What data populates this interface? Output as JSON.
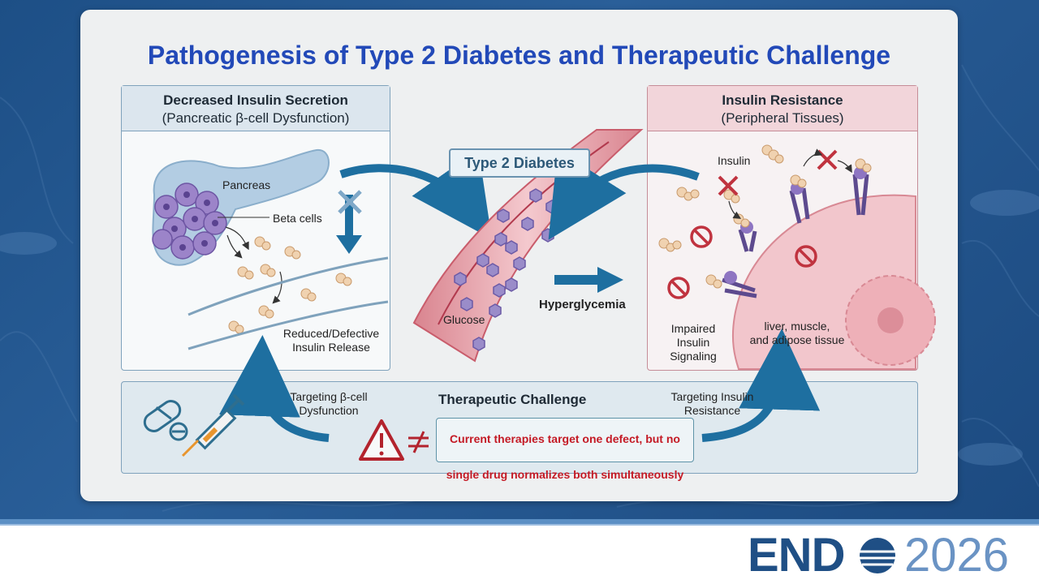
{
  "slide": {
    "title": "Pathogenesis of Type 2 Diabetes and Therapeutic Challenge"
  },
  "left_panel": {
    "title": "Decreased Insulin Secretion",
    "subtitle": "(Pancreatic β-cell Dysfunction)",
    "labels": {
      "pancreas": "Pancreas",
      "beta_cells": "Beta cells",
      "release_line1": "Reduced/Defective",
      "release_line2": "Insulin Release"
    }
  },
  "center": {
    "t2d_label": "Type 2 Diabetes",
    "glucose": "Glucose",
    "hyperglycemia": "Hyperglycemia"
  },
  "right_panel": {
    "title": "Insulin Resistance",
    "subtitle": "(Peripheral Tissues)",
    "labels": {
      "insulin": "Insulin",
      "signal_line1": "Impaired",
      "signal_line2": "Insulin",
      "signal_line3": "Signaling",
      "tissue_line1": "liver, muscle,",
      "tissue_line2": "and adipose tissue"
    }
  },
  "therapeutic": {
    "title": "Therapeutic Challenge",
    "left_target_line1": "Targeting β-cell",
    "left_target_line2": "Dysfunction",
    "right_target_line1": "Targeting Insulin",
    "right_target_line2": "Resistance",
    "warning_line1": "Current therapies target one defect, but no",
    "warning_line2": "single drug normalizes both simultaneously"
  },
  "footer": {
    "logo_word": "END",
    "logo_year": "2026"
  },
  "colors": {
    "title_blue": "#2249b8",
    "arrow_blue": "#1e6fa0",
    "warning_red": "#c41a25",
    "glucose_purple": "#9a8cc9",
    "brand_navy": "#1f4f85"
  }
}
